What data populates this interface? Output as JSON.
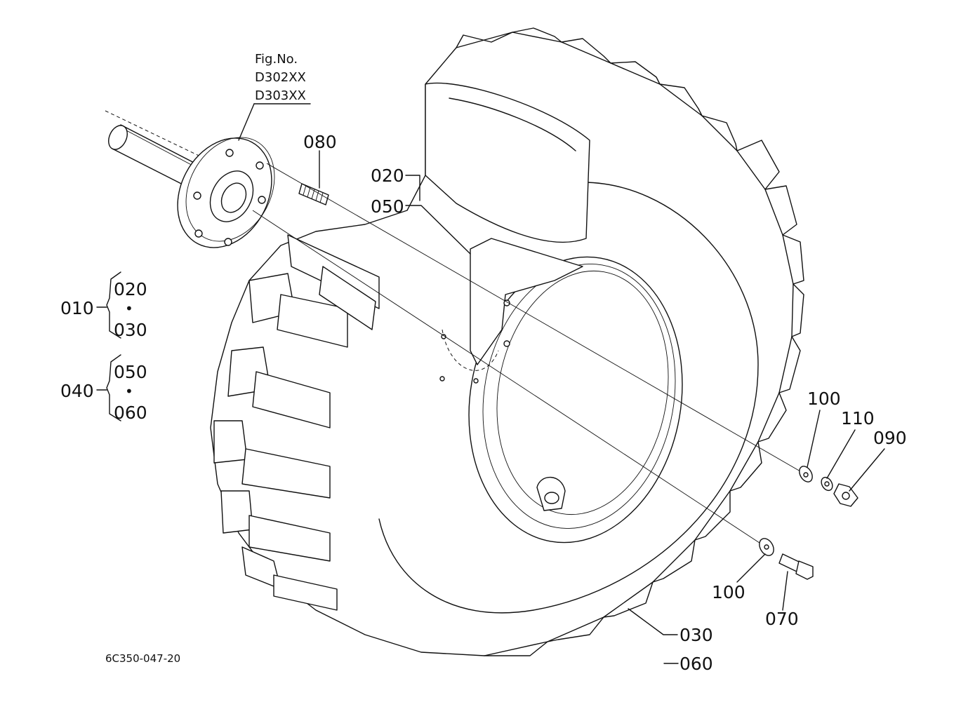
{
  "figure": {
    "heading": "Fig.No.",
    "codes": [
      "D302XX",
      "D303XX"
    ]
  },
  "parts": {
    "p080": "080",
    "p020": "020",
    "p050": "050",
    "p100a": "100",
    "p110": "110",
    "p090": "090",
    "p100b": "100",
    "p070": "070",
    "p030": "030",
    "p060": "060"
  },
  "groups": [
    {
      "id": "010",
      "top": "020",
      "bottom": "030",
      "sep": "•"
    },
    {
      "id": "040",
      "top": "050",
      "bottom": "060",
      "sep": "•"
    }
  ],
  "drawing_code": "6C350-047-20"
}
